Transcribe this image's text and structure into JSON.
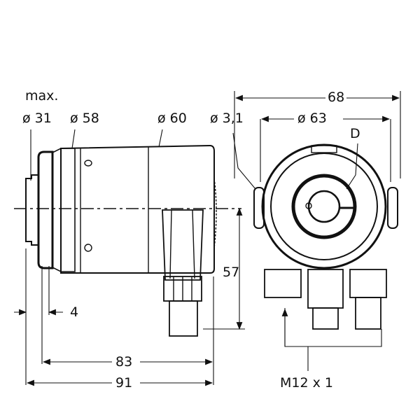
{
  "labels": {
    "max": "max.",
    "d31": "ø 31",
    "d58": "ø 58",
    "d60": "ø 60",
    "d3_1": "ø 3,1",
    "w68": "68",
    "d63": "ø 63",
    "D": "D",
    "h57": "57",
    "l4": "4",
    "l83": "83",
    "l91": "91",
    "thread": "M12 x 1"
  },
  "colors": {
    "line": "#111111",
    "background": "#ffffff"
  }
}
